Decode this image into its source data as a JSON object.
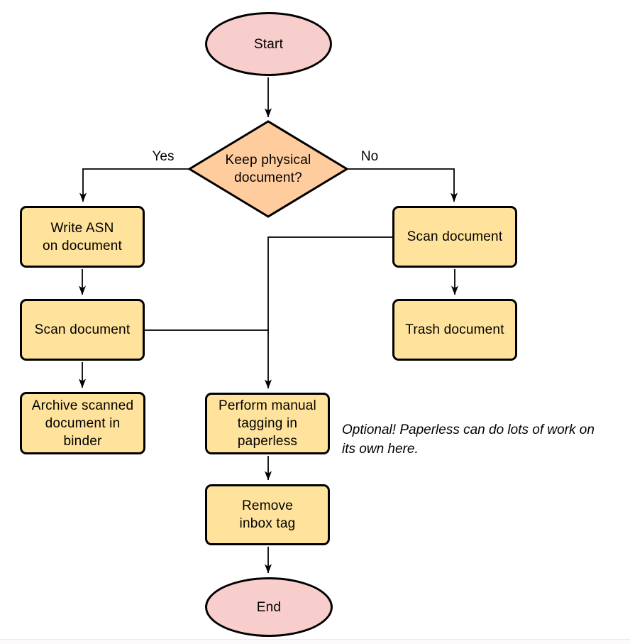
{
  "diagram": {
    "nodes": {
      "start": {
        "type": "terminator",
        "label": "Start"
      },
      "decision": {
        "type": "decision",
        "label": "Keep physical\ndocument?"
      },
      "write_asn": {
        "type": "process",
        "label": "Write ASN\non document"
      },
      "scan_left": {
        "type": "process",
        "label": "Scan document"
      },
      "archive": {
        "type": "process",
        "label": "Archive scanned\ndocument in\nbinder"
      },
      "scan_right": {
        "type": "process",
        "label": "Scan document"
      },
      "trash": {
        "type": "process",
        "label": "Trash document"
      },
      "tagging": {
        "type": "process",
        "label": "Perform manual\ntagging in\npaperless"
      },
      "remove_inbox": {
        "type": "process",
        "label": "Remove\ninbox tag"
      },
      "end": {
        "type": "terminator",
        "label": "End"
      }
    },
    "edge_labels": {
      "yes": "Yes",
      "no": "No"
    },
    "annotation": "Optional! Paperless can do lots of work on\nits own here.",
    "colors": {
      "terminator_fill": "#F8CECC",
      "decision_fill": "#FFCC9E",
      "process_fill": "#FFE39C",
      "stroke": "#000000",
      "background": "#FFFFFF"
    }
  }
}
